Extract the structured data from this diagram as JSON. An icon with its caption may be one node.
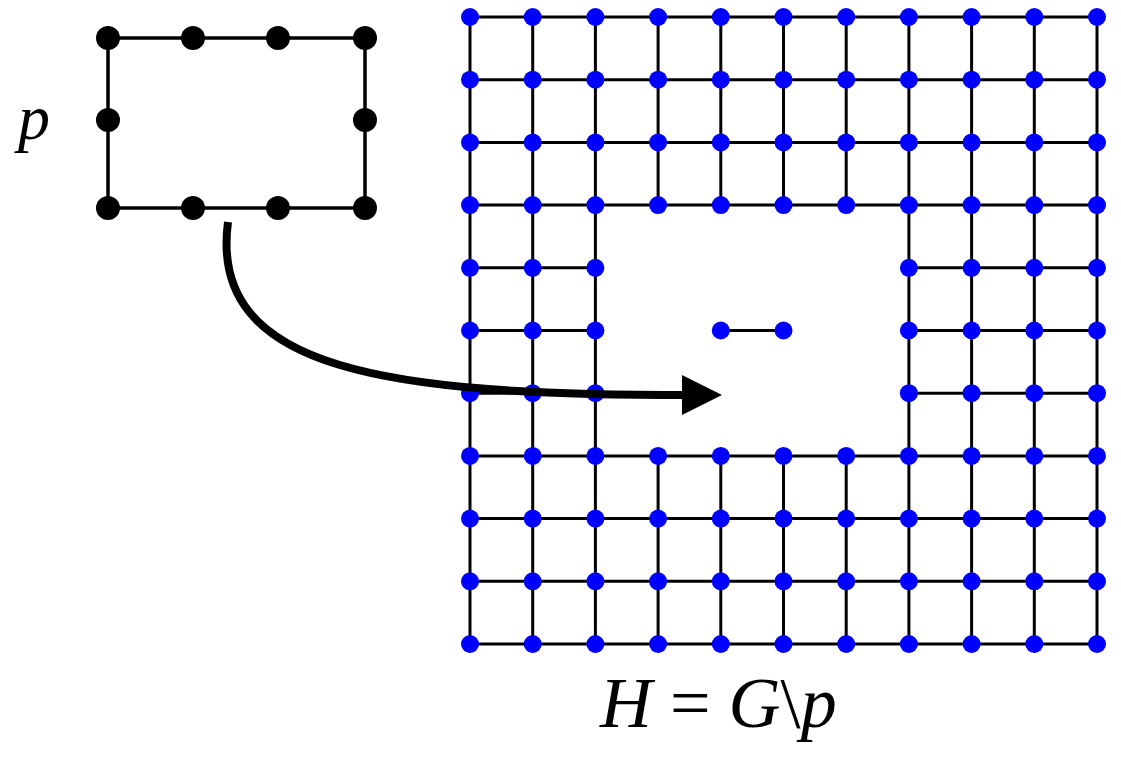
{
  "diagram": {
    "nodes": [
      {
        "text": [],
        "shape": "box",
        "beside": [
          "p"
        ]
      },
      {
        "text": [],
        "shape": "picture",
        "beside": [
          "*H* = *G*\\*p*"
        ]
      }
    ],
    "edges": [
      {
        "from": 0,
        "to": 1,
        "arrow": "to"
      }
    ]
  }
}
